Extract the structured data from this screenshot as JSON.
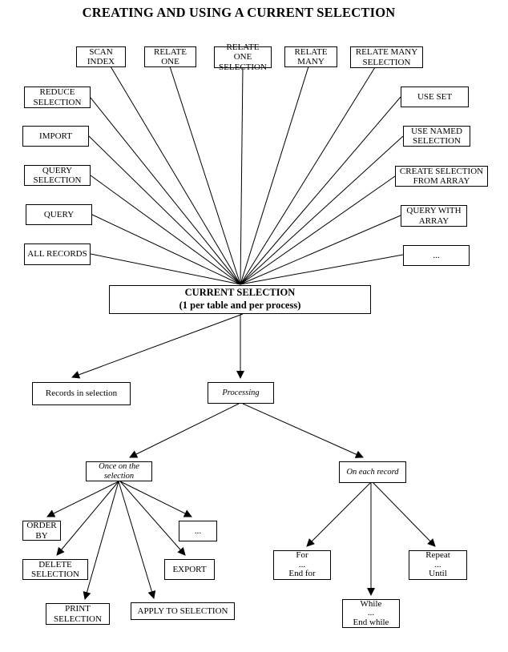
{
  "title": "CREATING AND USING A CURRENT SELECTION",
  "colors": {
    "line": "#000000",
    "background": "#ffffff",
    "text": "#000000"
  },
  "nodes": {
    "scan_index": "SCAN\nINDEX",
    "relate_one": "RELATE\nONE",
    "relate_one_selection": "RELATE ONE\nSELECTION",
    "relate_many": "RELATE\nMANY",
    "relate_many_selection": "RELATE MANY\nSELECTION",
    "reduce_selection": "REDUCE\nSELECTION",
    "import": "IMPORT",
    "query_selection": "QUERY\nSELECTION",
    "query": "QUERY",
    "all_records": "ALL RECORDS",
    "use_set": "USE SET",
    "use_named_selection": "USE NAMED\nSELECTION",
    "create_selection_from_array": "CREATE SELECTION\nFROM ARRAY",
    "query_with_array": "QUERY WITH\nARRAY",
    "more_sources": "...",
    "current_selection": "CURRENT SELECTION\n(1 per table and per process)",
    "records_in_selection": "Records in selection",
    "processing": "Processing",
    "once_on_selection": "Once on the\nselection",
    "on_each_record": "On each record",
    "order_by": "ORDER\nBY",
    "more_once_operations": "...",
    "delete_selection": "DELETE\nSELECTION",
    "export": "EXPORT",
    "print_selection": "PRINT\nSELECTION",
    "apply_to_selection": "APPLY TO SELECTION",
    "for_loop": "For\n...\nEnd for",
    "while_loop": "While\n...\nEnd while",
    "repeat_loop": "Repeat\n...\nUntil"
  }
}
